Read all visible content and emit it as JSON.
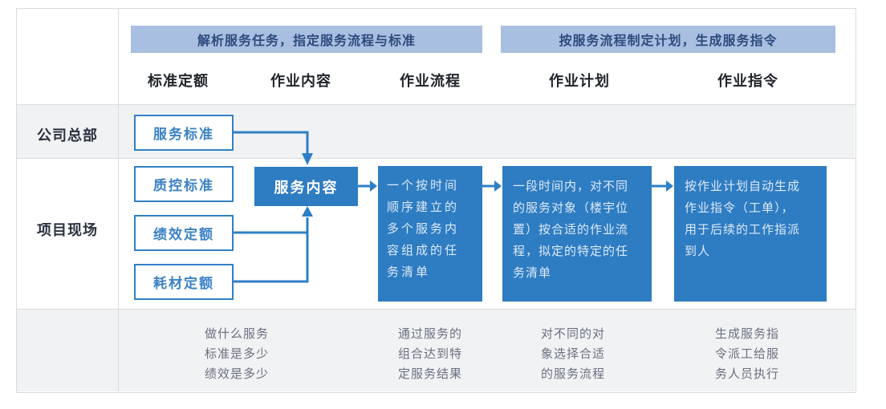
{
  "banners": [
    {
      "label": "解析服务任务，指定服务流程与标准"
    },
    {
      "label": "按服务流程制定计划，生成服务指令"
    }
  ],
  "columns": [
    {
      "label": "标准定额"
    },
    {
      "label": "作业内容"
    },
    {
      "label": "作业流程"
    },
    {
      "label": "作业计划"
    },
    {
      "label": "作业指令"
    }
  ],
  "rows": [
    {
      "label": "公司总部"
    },
    {
      "label": "项目现场"
    }
  ],
  "boxes": {
    "service_standard": {
      "label": "服务标准"
    },
    "qc_standard": {
      "label": "质控标准"
    },
    "performance_quota": {
      "label": "绩效定额"
    },
    "consumable_quota": {
      "label": "耗材定额"
    },
    "service_content": {
      "label": "服务内容"
    },
    "task_list": {
      "text": "一个按时间\n顺序建立的\n多个服务内\n容组成的任\n务清单"
    },
    "work_plan": {
      "text": "一段时间内，对不同\n的服务对象（楼宇位\n置）按合适的作业流\n程，拟定的特定的任\n务清单"
    },
    "work_order": {
      "text": "按作业计划自动生成\n作业指令（工单），\n用于后续的工作指派\n到人"
    }
  },
  "notes": [
    {
      "text": "做什么服务\n标准是多少\n绩效是多少"
    },
    {
      "text": "通过服务的\n组合达到特\n定服务结果"
    },
    {
      "text": "对不同的对\n象选择合适\n的服务流程"
    },
    {
      "text": "生成服务指\n令派工给服\n务人员执行"
    }
  ],
  "colors": {
    "solid_box_blue": "#2e7cc2",
    "outline_box_border": "#3180c5",
    "banner_bg": "#a9bfe1",
    "banner_text": "#2d4b7d",
    "row_band_bg": "#f1f2f3",
    "arrow_blue": "#2e7fc6"
  }
}
